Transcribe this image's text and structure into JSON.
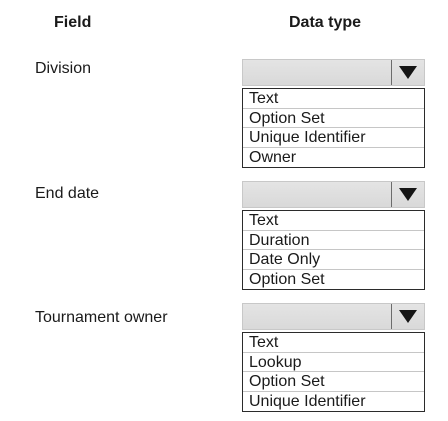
{
  "headers": {
    "field": "Field",
    "data_type": "Data type"
  },
  "rows": [
    {
      "field": "Division",
      "options": [
        "Text",
        "Option Set",
        "Unique Identifier",
        "Owner"
      ]
    },
    {
      "field": "End date",
      "options": [
        "Text",
        "Duration",
        "Date Only",
        "Option Set"
      ]
    },
    {
      "field": "Tournament owner",
      "options": [
        "Text",
        "Lookup",
        "Option Set",
        "Unique Identifier"
      ]
    }
  ],
  "icons": {
    "dropdown": "chevron-down-icon"
  }
}
